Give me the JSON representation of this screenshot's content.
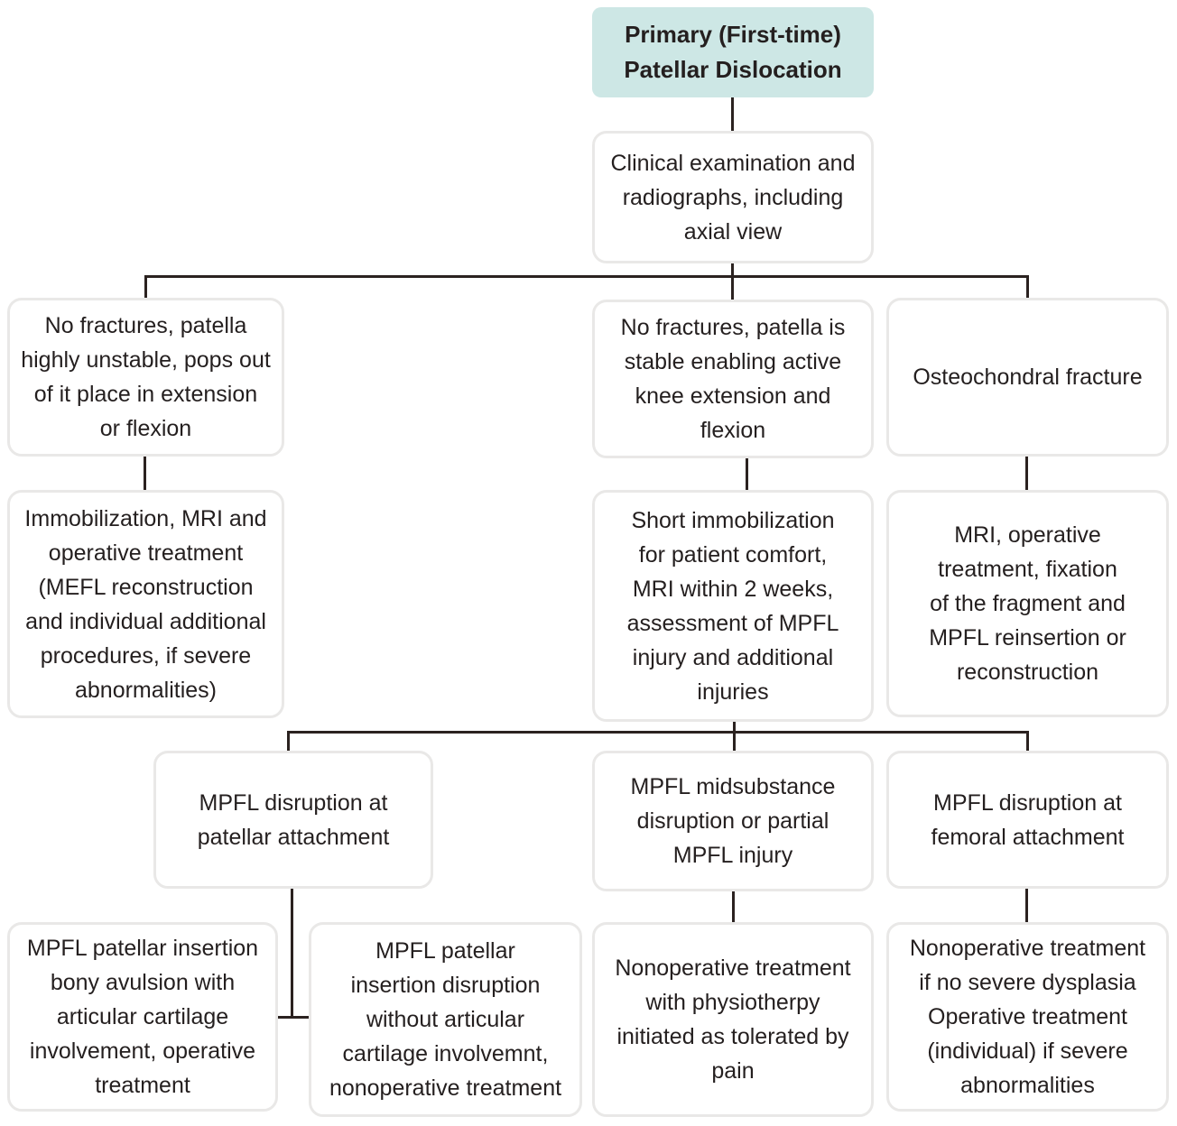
{
  "colors": {
    "accent_box_fill": "#cde7e5",
    "box_border": "#e9e8e7",
    "connector_line": "#2b2220",
    "text": "#241f1f"
  },
  "nodes": {
    "root": {
      "text": "Primary (First-time)\nPatellar Dislocation"
    },
    "exam": {
      "text": "Clinical examination and\nradiographs, including\naxial view"
    },
    "branch_unstable": {
      "text": "No fractures, patella\nhighly unstable, pops out\nof it place in extension\nor flexion"
    },
    "branch_stable": {
      "text": "No fractures, patella is\nstable enabling active\nknee extension and\nflexion"
    },
    "branch_osteochondral": {
      "text": "Osteochondral fracture"
    },
    "treat_unstable": {
      "text": "Immobilization, MRI and\noperative treatment\n(MEFL reconstruction\nand individual additional\nprocedures, if severe\nabnormalities)"
    },
    "treat_stable": {
      "text": "Short immobilization\nfor patient comfort,\nMRI within 2 weeks,\nassessment of MPFL\ninjury and additional\ninjuries"
    },
    "treat_osteochondral": {
      "text": "MRI, operative\ntreatment, fixation\nof the fragment and\nMPFL reinsertion or\nreconstruction"
    },
    "mpfl_patellar": {
      "text": "MPFL disruption at\npatellar attachment"
    },
    "mpfl_midsubstance": {
      "text": "MPFL midsubstance\ndisruption or partial\nMPFL injury"
    },
    "mpfl_femoral": {
      "text": "MPFL disruption at\nfemoral attachment"
    },
    "outcome_bony_avulsion": {
      "text": "MPFL patellar insertion\nbony avulsion with\narticular cartilage\ninvolvement, operative\ntreatment"
    },
    "outcome_no_cartilage": {
      "text": "MPFL patellar\ninsertion disruption\nwithout articular\ncartilage involvemnt,\nnonoperative treatment"
    },
    "outcome_physio": {
      "text": "Nonoperative treatment\nwith physiotherpy\ninitiated as tolerated by\npain"
    },
    "outcome_dysplasia": {
      "text": "Nonoperative treatment\nif no severe dysplasia\nOperative treatment\n(individual) if severe\nabnormalities"
    }
  }
}
